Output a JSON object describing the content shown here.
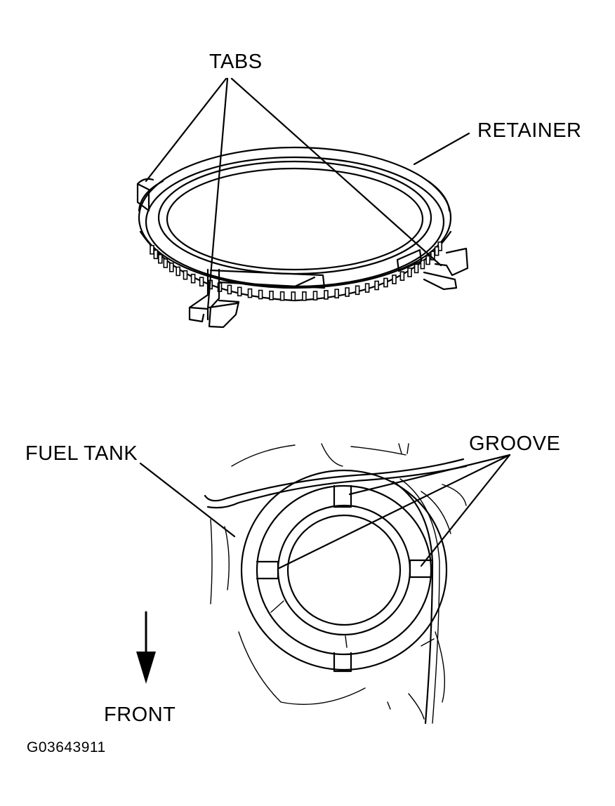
{
  "labels": {
    "tabs": "TABS",
    "retainer": "RETAINER",
    "fuel_tank": "FUEL TANK",
    "groove": "GROOVE",
    "front": "FRONT"
  },
  "figure_code": "G03643911",
  "colors": {
    "ink": "#000000",
    "paper": "#ffffff"
  }
}
